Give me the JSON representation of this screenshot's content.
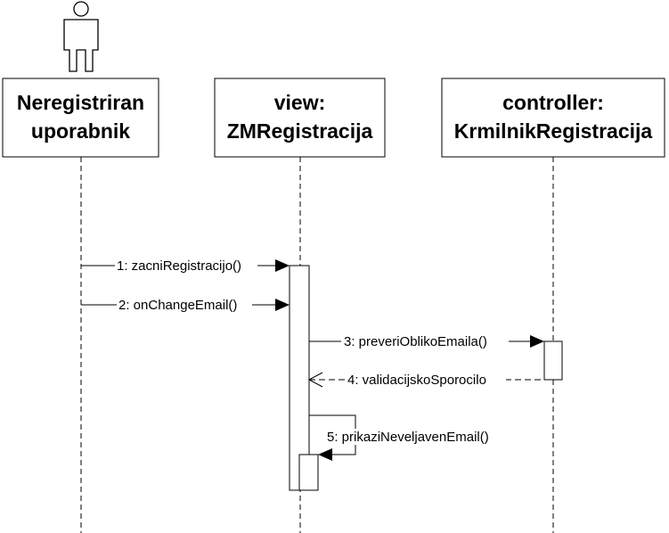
{
  "participants": [
    {
      "id": "user",
      "label_line1": "Neregistriran",
      "label_line2": "uporabnik",
      "has_actor_icon": true
    },
    {
      "id": "view",
      "label_line1": "view:",
      "label_line2": "ZMRegistracija",
      "has_actor_icon": false
    },
    {
      "id": "controller",
      "label_line1": "controller:",
      "label_line2": "KrmilnikRegistracija",
      "has_actor_icon": false
    }
  ],
  "messages": [
    {
      "num": 1,
      "label": "1: zacniRegistracijo()",
      "from": "user",
      "to": "view",
      "kind": "sync"
    },
    {
      "num": 2,
      "label": "2: onChangeEmail()",
      "from": "user",
      "to": "view",
      "kind": "sync"
    },
    {
      "num": 3,
      "label": "3: preveriOblikoEmaila()",
      "from": "view",
      "to": "controller",
      "kind": "sync"
    },
    {
      "num": 4,
      "label": "4: validacijskoSporocilo",
      "from": "controller",
      "to": "view",
      "kind": "return"
    },
    {
      "num": 5,
      "label": "5: prikaziNeveljavenEmail()",
      "from": "view",
      "to": "view",
      "kind": "self"
    }
  ]
}
